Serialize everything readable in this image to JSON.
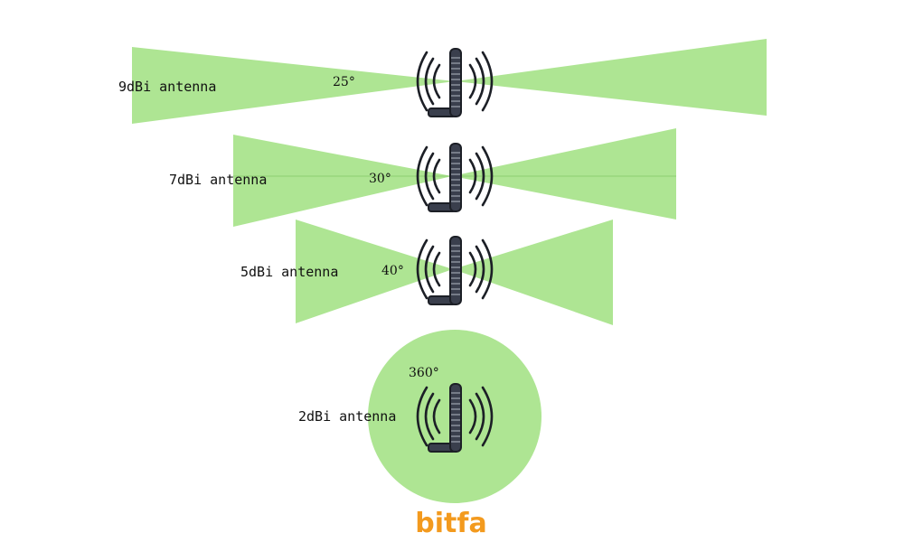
{
  "colors": {
    "beam": "#aee593",
    "antenna_body": "#3a3f4d",
    "antenna_dark": "#1c1f26",
    "logo": "#f39a1e"
  },
  "antennas": [
    {
      "label": "9dBi antenna",
      "angle": "25°"
    },
    {
      "label": "7dBi antenna",
      "angle": "30°"
    },
    {
      "label": "5dBi antenna",
      "angle": "40°"
    },
    {
      "label": "2dBi antenna",
      "angle": "360°"
    }
  ],
  "logo": {
    "text": "bitfa"
  }
}
